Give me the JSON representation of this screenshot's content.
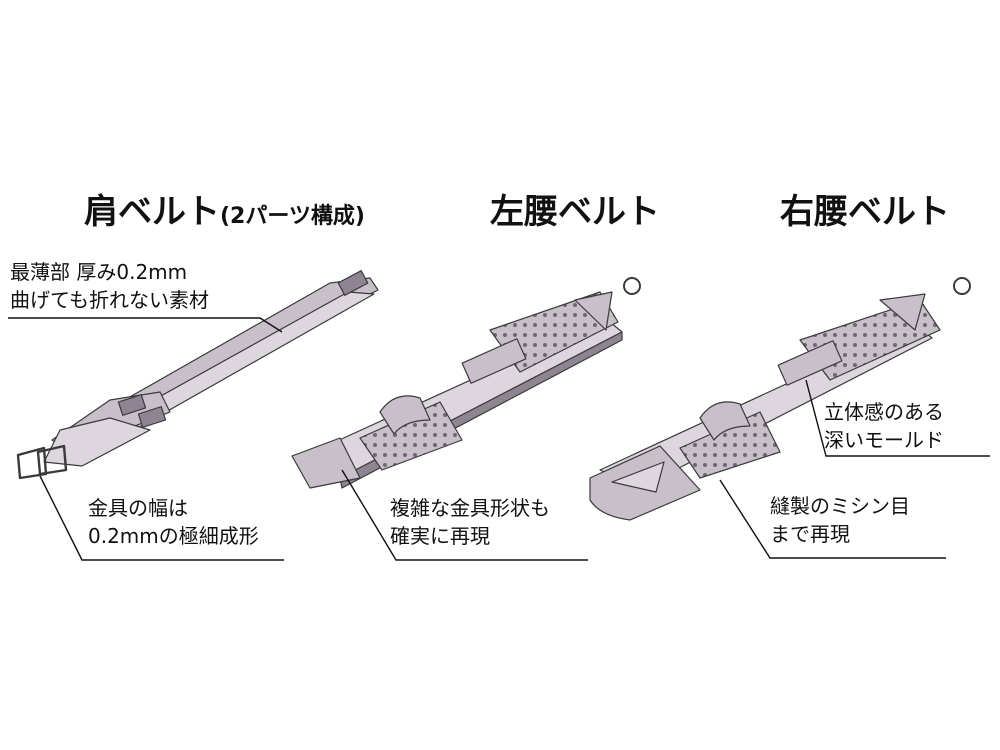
{
  "titles": {
    "shoulder_main": "肩ベルト",
    "shoulder_sub": "(2パーツ構成)",
    "left_waist": "左腰ベルト",
    "right_waist": "右腰ベルト"
  },
  "notes": {
    "thin_line1": "最薄部 厚み0.2mm",
    "thin_line2": "曲げても折れない素材",
    "metal_line1": "金具の幅は",
    "metal_line2": "0.2mmの極細成形",
    "complex_line1": "複雑な金具形状も",
    "complex_line2": "確実に再現",
    "mold_line1": "立体感のある",
    "mold_line2": "深いモールド",
    "stitch_line1": "縫製のミシン目",
    "stitch_line2": "まで再現"
  },
  "colors": {
    "belt_fill": "#c9bfcb",
    "belt_light": "#ddd6de",
    "belt_dark": "#8f8492",
    "outline": "#3a3a3a",
    "leader": "#111111"
  }
}
